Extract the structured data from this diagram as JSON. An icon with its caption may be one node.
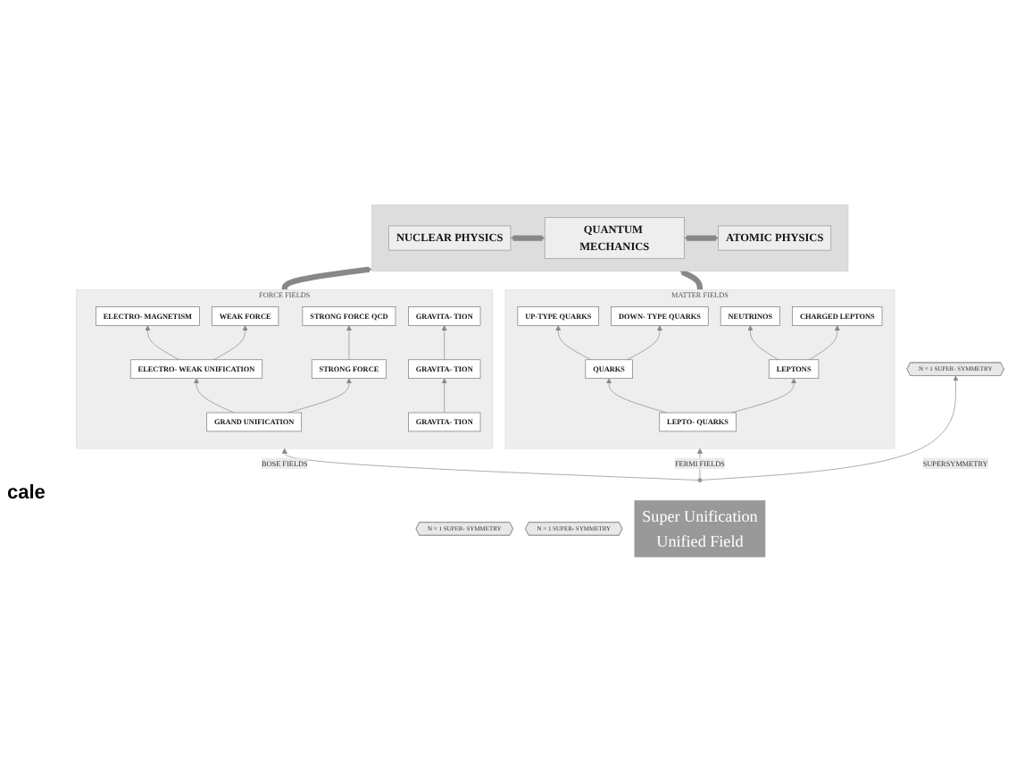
{
  "diagram": {
    "nodes": [
      {
        "text": [],
        "shape": "box"
      },
      {
        "text": [
          "NUCLEAR PHYSICS"
        ],
        "in": 0
      },
      {
        "text": [
          "QUANTUM MECHANICS"
        ],
        "in": 0
      },
      {
        "text": [
          "ATOMIC PHYSICS"
        ],
        "in": 0
      },
      {
        "text": [
          "FORCE FIELDS"
        ]
      },
      {
        "text": [
          "ELECTRO- MAGNETISM"
        ],
        "in": 4
      },
      {
        "text": [
          "WEAK FORCE"
        ],
        "in": 4
      },
      {
        "text": [
          "STRONG FORCE QCD"
        ],
        "in": 4
      },
      {
        "text": [
          "GRAVITA- TION"
        ],
        "in": 4
      },
      {
        "text": [
          "ELECTRO- WEAK UNIFICATION"
        ],
        "in": 4
      },
      {
        "text": [
          "STRONG FORCE"
        ],
        "in": 4
      },
      {
        "text": [
          "GRAVITA- TION"
        ],
        "in": 4
      },
      {
        "text": [
          "GRAND UNIFICATION"
        ],
        "in": 4
      },
      {
        "text": [
          "GRAVITA- TION"
        ],
        "in": 4
      },
      {
        "text": [
          "N = 1 SUPER- SYMMETRY"
        ]
      },
      {
        "text": [
          "N = 1 SUPER- SYMMETRY"
        ]
      },
      {
        "text": [
          "N = 1 SUPER- SYMMETRY"
        ]
      },
      {
        "text": [
          "MATTER FIELDS"
        ]
      },
      {
        "text": [
          "UP-TYPE QUARKS"
        ],
        "in": 17
      },
      {
        "text": [
          "DOWN- TYPE QUARKS"
        ],
        "in": 17
      },
      {
        "text": [
          "NEUTRINOS"
        ],
        "in": 17
      },
      {
        "text": [
          "CHARGED LEPTONS"
        ],
        "in": 17
      },
      {
        "text": [
          "QUARKS"
        ],
        "in": 17
      },
      {
        "text": [
          "LEPTONS"
        ],
        "in": 17
      },
      {
        "text": [
          "LEPTO- QUARKS"
        ],
        "in": 17
      },
      {
        "text": [],
        "shape": "circle"
      },
      {
        "text": [
          "Super Unification",
          "Unified Field"
        ]
      }
    ],
    "edges": [
      {
        "from": 1,
        "to": 2,
        "arrow": "both",
        "style": "thick"
      },
      {
        "from": 2,
        "to": 3,
        "arrow": "both",
        "style": "thick"
      },
      {
        "from": 4,
        "to": 0,
        "arrow": "to",
        "style": "thick"
      },
      {
        "from": 17,
        "to": 0,
        "arrow": "to",
        "style": "thick"
      },
      {
        "from": 9,
        "to": 5,
        "arrow": "to"
      },
      {
        "from": 9,
        "to": 6,
        "arrow": "to"
      },
      {
        "from": 10,
        "to": 7,
        "arrow": "to"
      },
      {
        "from": 11,
        "to": 8,
        "arrow": "to"
      },
      {
        "from": 12,
        "to": 9,
        "arrow": "to"
      },
      {
        "from": 12,
        "to": 10,
        "arrow": "to"
      },
      {
        "from": 13,
        "to": 11,
        "arrow": "to"
      },
      {
        "from": 22,
        "to": 18,
        "arrow": "to"
      },
      {
        "from": 22,
        "to": 19,
        "arrow": "to"
      },
      {
        "from": 23,
        "to": 20,
        "arrow": "to"
      },
      {
        "from": 23,
        "to": 21,
        "arrow": "to"
      },
      {
        "from": 24,
        "to": 22,
        "arrow": "to"
      },
      {
        "from": 24,
        "to": 23,
        "arrow": "to"
      },
      {
        "from": 25,
        "to": 4,
        "arrow": "to",
        "label": "BOSE FIELDS"
      },
      {
        "from": 25,
        "to": 16,
        "arrow": "to",
        "label": "SUPERSYMMETRY"
      },
      {
        "from": 25,
        "to": 17,
        "arrow": "to",
        "label": "FERMI FIELDS"
      }
    ],
    "labels": [
      "cale"
    ]
  }
}
